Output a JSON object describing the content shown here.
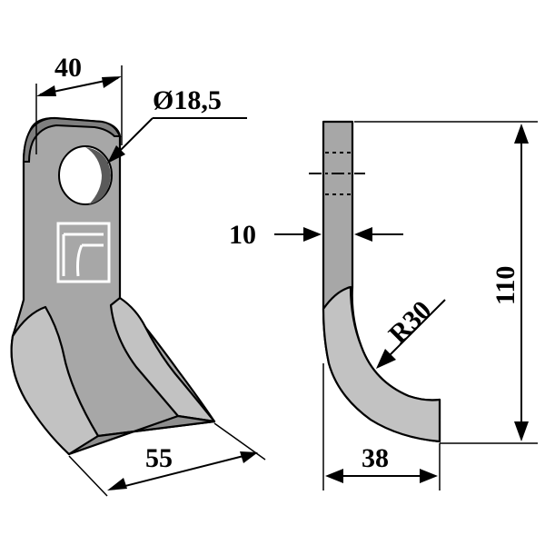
{
  "colors": {
    "blade_face": "#a7a7a7",
    "blade_light": "#c4c4c4",
    "blade_dark": "#7a7a7a",
    "hole_shadow": "#4a4a4a",
    "outline": "#000000",
    "logo": "#ffffff"
  },
  "dimensions": {
    "width_top": "40",
    "hole_diameter": "Ø18,5",
    "thickness": "10",
    "cutting_width": "55",
    "bend_radius": "R30",
    "depth": "38",
    "height": "110"
  }
}
